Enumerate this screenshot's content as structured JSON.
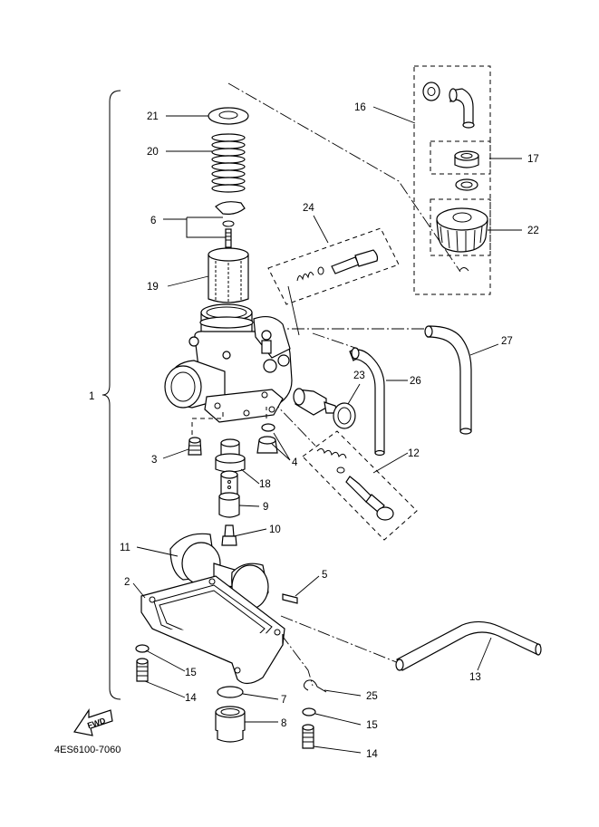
{
  "diagram_code": "4ES6100-7060",
  "fwd_label": "FWD",
  "callouts": [
    {
      "id": "c1",
      "text": "1"
    },
    {
      "id": "c2",
      "text": "2"
    },
    {
      "id": "c3",
      "text": "3"
    },
    {
      "id": "c4",
      "text": "4"
    },
    {
      "id": "c5",
      "text": "5"
    },
    {
      "id": "c6",
      "text": "6"
    },
    {
      "id": "c7",
      "text": "7"
    },
    {
      "id": "c8",
      "text": "8"
    },
    {
      "id": "c9",
      "text": "9"
    },
    {
      "id": "c10",
      "text": "10"
    },
    {
      "id": "c11",
      "text": "11"
    },
    {
      "id": "c12",
      "text": "12"
    },
    {
      "id": "c13",
      "text": "13"
    },
    {
      "id": "c14a",
      "text": "14"
    },
    {
      "id": "c14b",
      "text": "14"
    },
    {
      "id": "c15a",
      "text": "15"
    },
    {
      "id": "c15b",
      "text": "15"
    },
    {
      "id": "c16",
      "text": "16"
    },
    {
      "id": "c17",
      "text": "17"
    },
    {
      "id": "c18",
      "text": "18"
    },
    {
      "id": "c19",
      "text": "19"
    },
    {
      "id": "c20",
      "text": "20"
    },
    {
      "id": "c21",
      "text": "21"
    },
    {
      "id": "c22",
      "text": "22"
    },
    {
      "id": "c23",
      "text": "23"
    },
    {
      "id": "c24",
      "text": "24"
    },
    {
      "id": "c25",
      "text": "25"
    },
    {
      "id": "c26",
      "text": "26"
    },
    {
      "id": "c27",
      "text": "27"
    }
  ]
}
